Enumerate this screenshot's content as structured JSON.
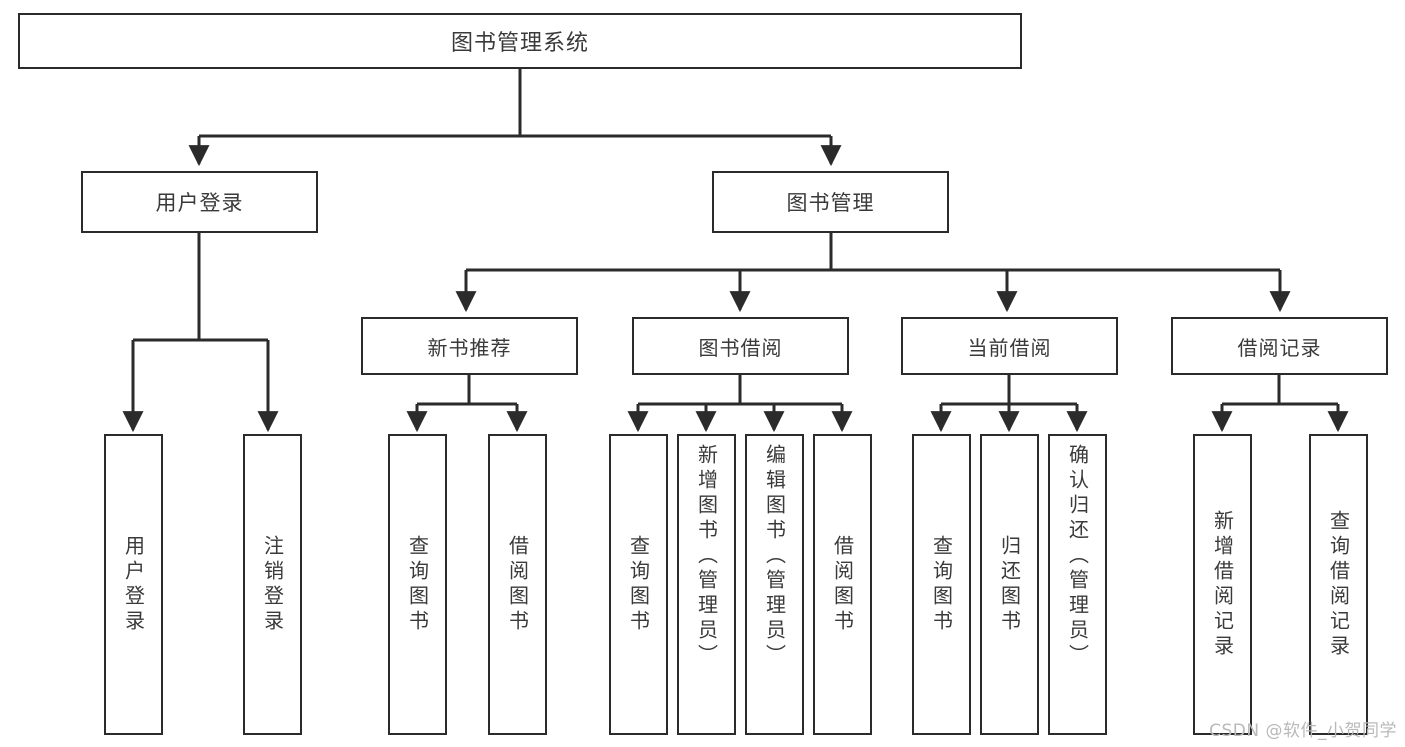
{
  "diagram": {
    "title": "图书管理系统",
    "root": {
      "label": "图书管理系统"
    },
    "level2": [
      {
        "label": "用户登录"
      },
      {
        "label": "图书管理"
      }
    ],
    "level3": [
      {
        "label": "新书推荐"
      },
      {
        "label": "图书借阅"
      },
      {
        "label": "当前借阅"
      },
      {
        "label": "借阅记录"
      }
    ],
    "leaves": {
      "user_login": [
        {
          "label": "用户登录"
        },
        {
          "label": "注销登录"
        }
      ],
      "new_book_recommend": [
        {
          "label": "查询图书"
        },
        {
          "label": "借阅图书"
        }
      ],
      "book_borrow": [
        {
          "label": "查询图书"
        },
        {
          "label": "新增图书（管理员）"
        },
        {
          "label": "编辑图书（管理员）"
        },
        {
          "label": "借阅图书"
        }
      ],
      "current_borrow": [
        {
          "label": "查询图书"
        },
        {
          "label": "归还图书"
        },
        {
          "label": "确认归还（管理员）"
        }
      ],
      "borrow_record": [
        {
          "label": "新增借阅记录"
        },
        {
          "label": "查询借阅记录"
        }
      ]
    }
  },
  "watermark": {
    "text": "CSDN @软件_小贺同学"
  },
  "colors": {
    "border": "#2b2b2b",
    "text": "#3a3a3a",
    "background": "#ffffff",
    "watermark": "#b9b9b9"
  }
}
